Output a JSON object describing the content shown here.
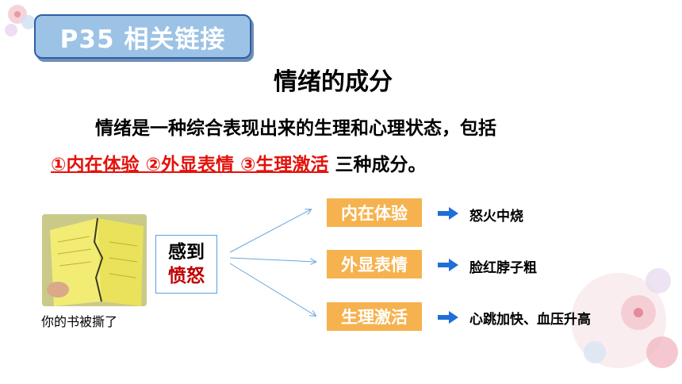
{
  "header": {
    "badge": "P35 相关链接"
  },
  "title": "情绪的成分",
  "intro": "情绪是一种综合表现出来的生理和心理状态，包括",
  "components_line": {
    "red_text": "①内在体验 ②外显表情 ③生理激活",
    "rest": " 三种成分。"
  },
  "photo": {
    "caption": "你的书被撕了"
  },
  "feeling": {
    "line1": "感到",
    "line2": "愤怒"
  },
  "items": [
    {
      "label": "内在体验",
      "result": "怒火中烧"
    },
    {
      "label": "外显表情",
      "result": "脸红脖子粗"
    },
    {
      "label": "生理激活",
      "result": "心跳加快、血压升高"
    }
  ],
  "colors": {
    "badge_bg": "#9cc3e5",
    "accent_red": "#e3120b",
    "label_orange": "#f6b24e",
    "arrow_blue": "#1f6fd6"
  }
}
